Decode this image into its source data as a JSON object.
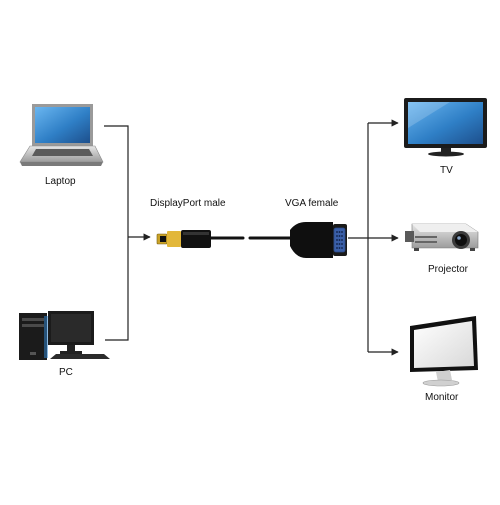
{
  "devices": {
    "laptop": "Laptop",
    "pc": "PC",
    "tv": "TV",
    "projector": "Projector",
    "monitor": "Monitor"
  },
  "connectors": {
    "displayport": "DisplayPort male",
    "vga": "VGA female"
  },
  "colors": {
    "line": "#222222",
    "cable": "#111111",
    "gold": "#c9a227",
    "screen_blue": "#2f7fc6",
    "vga_blue": "#3a5fa8",
    "device_black": "#1b1b1b",
    "silver": "#c8c8c8"
  }
}
